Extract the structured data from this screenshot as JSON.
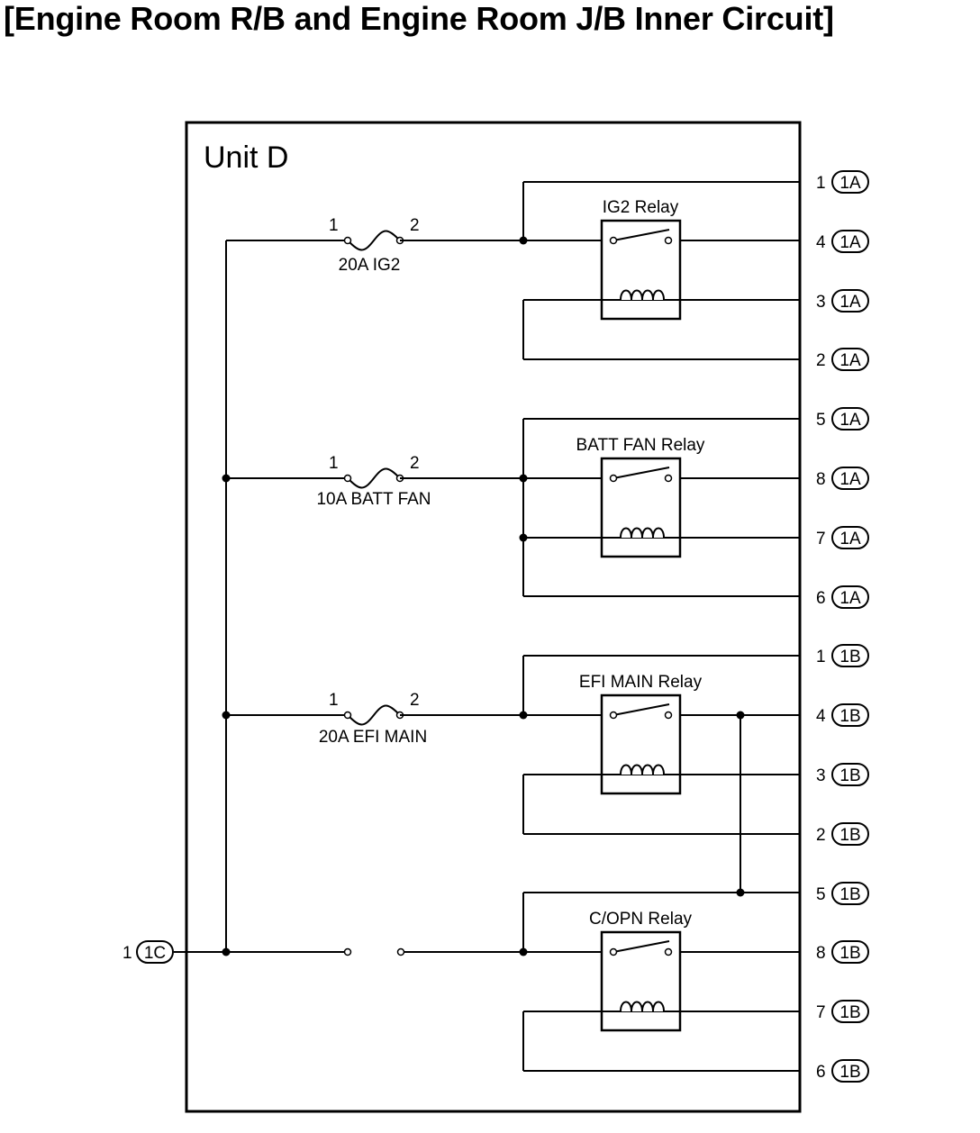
{
  "title": "[Engine Room R/B and Engine Room J/B Inner Circuit]",
  "unit_label": "Unit D",
  "fuses": [
    {
      "name": "20A IG2",
      "pin_in": "1",
      "pin_out": "2"
    },
    {
      "name": "10A BATT FAN",
      "pin_in": "1",
      "pin_out": "2"
    },
    {
      "name": "20A EFI MAIN",
      "pin_in": "1",
      "pin_out": "2"
    }
  ],
  "relays": [
    {
      "name": "IG2 Relay"
    },
    {
      "name": "BATT FAN Relay"
    },
    {
      "name": "EFI MAIN Relay"
    },
    {
      "name": "C/OPN Relay"
    }
  ],
  "terminals": [
    {
      "pin": "1",
      "connector": "1A"
    },
    {
      "pin": "4",
      "connector": "1A"
    },
    {
      "pin": "3",
      "connector": "1A"
    },
    {
      "pin": "2",
      "connector": "1A"
    },
    {
      "pin": "5",
      "connector": "1A"
    },
    {
      "pin": "8",
      "connector": "1A"
    },
    {
      "pin": "7",
      "connector": "1A"
    },
    {
      "pin": "6",
      "connector": "1A"
    },
    {
      "pin": "1",
      "connector": "1B"
    },
    {
      "pin": "4",
      "connector": "1B"
    },
    {
      "pin": "3",
      "connector": "1B"
    },
    {
      "pin": "2",
      "connector": "1B"
    },
    {
      "pin": "5",
      "connector": "1B"
    },
    {
      "pin": "8",
      "connector": "1B"
    },
    {
      "pin": "7",
      "connector": "1B"
    },
    {
      "pin": "6",
      "connector": "1B"
    }
  ],
  "input_terminal": {
    "pin": "1",
    "connector": "1C"
  }
}
